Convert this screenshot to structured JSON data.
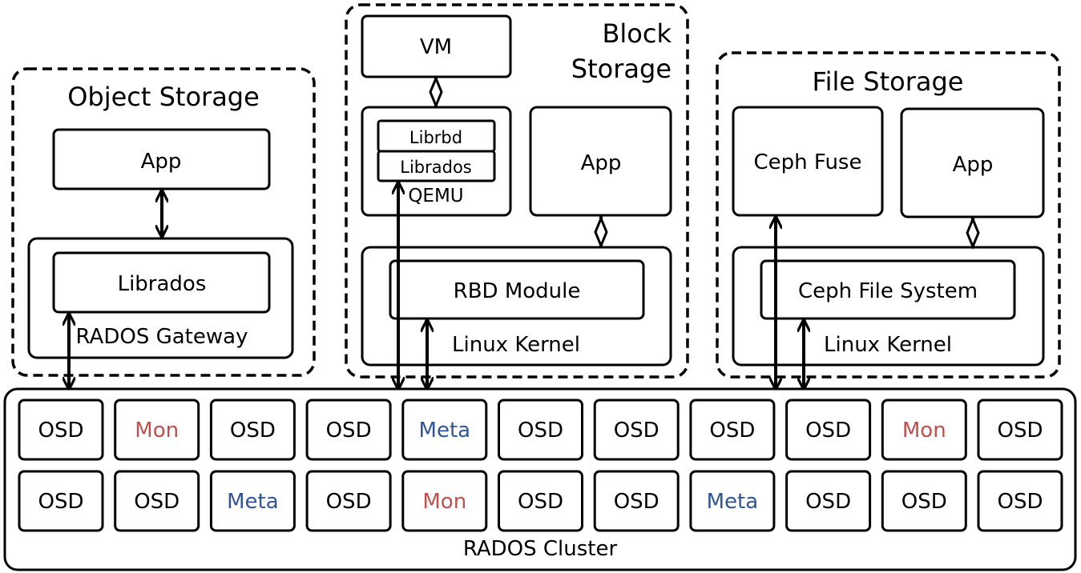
{
  "object_storage": {
    "title": "Object Storage",
    "app": "App",
    "librados": "Librados",
    "gateway": "RADOS Gateway"
  },
  "block_storage": {
    "title_line1": "Block",
    "title_line2": "Storage",
    "vm": "VM",
    "librbd": "Librbd",
    "librados": "Librados",
    "qemu": "QEMU",
    "app": "App",
    "rbd_module": "RBD Module",
    "kernel": "Linux Kernel"
  },
  "file_storage": {
    "title": "File Storage",
    "ceph_fuse": "Ceph Fuse",
    "app": "App",
    "ceph_fs": "Ceph File System",
    "kernel": "Linux Kernel"
  },
  "cluster": {
    "label": "RADOS Cluster",
    "nodes": [
      [
        "OSD",
        "Mon",
        "OSD",
        "OSD",
        "Meta",
        "OSD",
        "OSD",
        "OSD",
        "OSD",
        "Mon",
        "OSD"
      ],
      [
        "OSD",
        "OSD",
        "Meta",
        "OSD",
        "Mon",
        "OSD",
        "OSD",
        "Meta",
        "OSD",
        "OSD",
        "OSD"
      ]
    ]
  },
  "colors": {
    "Mon": "#c0504d",
    "Meta": "#2f5597",
    "OSD": "#000000"
  }
}
